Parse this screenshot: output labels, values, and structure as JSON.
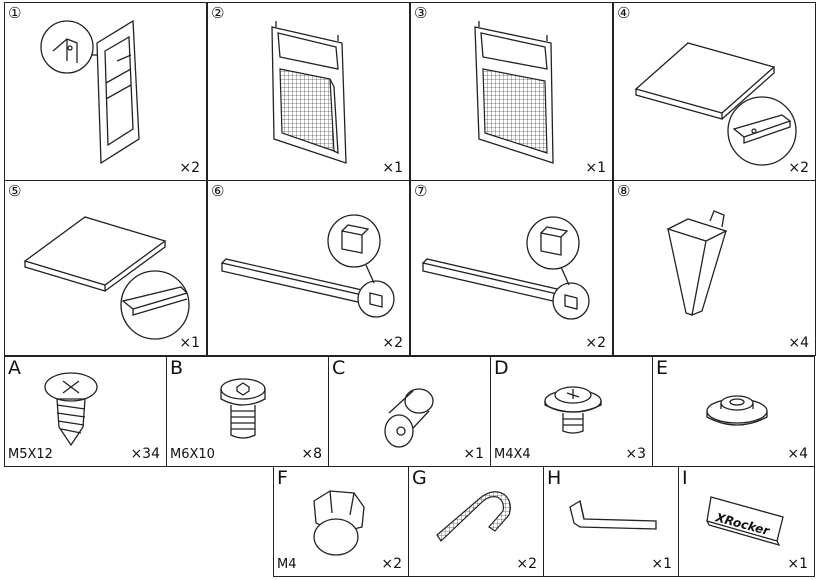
{
  "panels": [
    {
      "id": "1",
      "num": "①",
      "qty": "×2"
    },
    {
      "id": "2",
      "num": "②",
      "qty": "×1"
    },
    {
      "id": "3",
      "num": "③",
      "qty": "×1"
    },
    {
      "id": "4",
      "num": "④",
      "qty": "×2"
    },
    {
      "id": "5",
      "num": "⑤",
      "qty": "×1"
    },
    {
      "id": "6",
      "num": "⑥",
      "qty": "×2"
    },
    {
      "id": "7",
      "num": "⑦",
      "qty": "×2"
    },
    {
      "id": "8",
      "num": "⑧",
      "qty": "×4"
    }
  ],
  "hardware": [
    {
      "letter": "A",
      "size": "M5X12",
      "qty": "×34"
    },
    {
      "letter": "B",
      "size": "M6X10",
      "qty": "×8"
    },
    {
      "letter": "C",
      "size": "",
      "qty": "×1"
    },
    {
      "letter": "D",
      "size": "M4X4",
      "qty": "×3"
    },
    {
      "letter": "E",
      "size": "",
      "qty": "×4"
    },
    {
      "letter": "F",
      "size": "M4",
      "qty": "×2"
    },
    {
      "letter": "G",
      "size": "",
      "qty": "×2"
    },
    {
      "letter": "H",
      "size": "",
      "qty": "×1"
    },
    {
      "letter": "I",
      "size": "",
      "qty": "×1"
    }
  ],
  "logo_text": "XRocker"
}
